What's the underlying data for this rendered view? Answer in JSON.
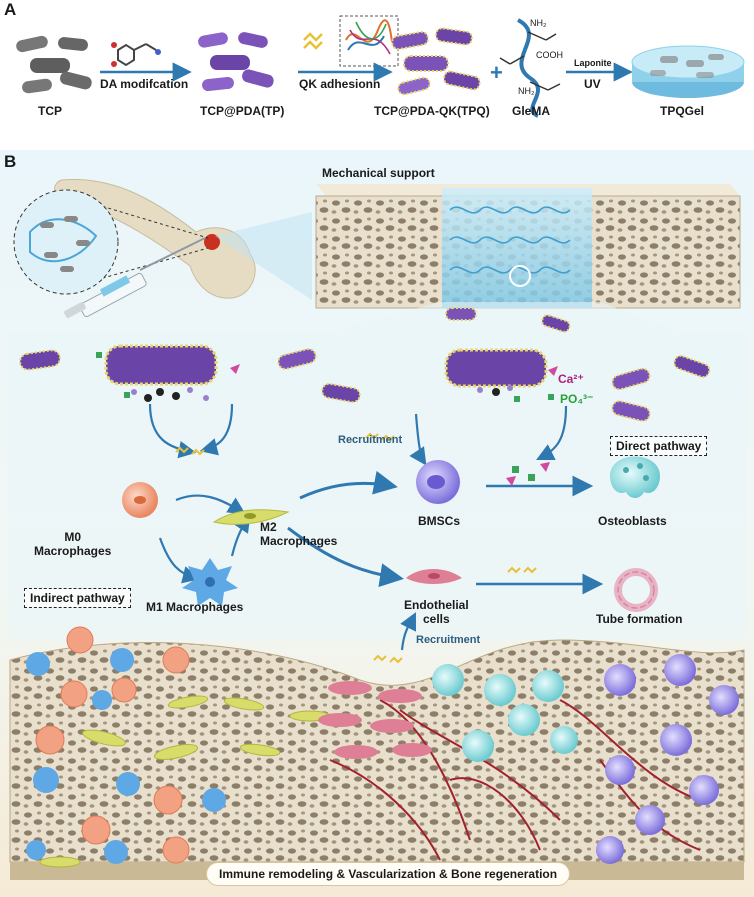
{
  "panels": {
    "a": "A",
    "b": "B"
  },
  "panel_a": {
    "tcp": "TCP",
    "step1": "DA modifcation",
    "tp": "TCP@PDA(TP)",
    "step2": "QK adhesionn",
    "tpq": "TCP@PDA-QK(TPQ)",
    "plus": "+",
    "glema": "GleMA",
    "nh2_1": "NH₂",
    "cooh": "COOH",
    "nh2_2": "NH₂",
    "laponite": "Laponite",
    "uv": "UV",
    "tpqgel": "TPQGel"
  },
  "panel_b": {
    "mechanical": "Mechanical support",
    "ca": "Ca²⁺",
    "po4": "PO₄³⁻",
    "recruit1": "Recruitment",
    "recruit2": "Recruitment",
    "direct": "Direct pathway",
    "bmscs": "BMSCs",
    "osteo": "Osteoblasts",
    "m0": "M0\nMacrophages",
    "m2": "M2\nMacrophages",
    "m1": "M1 Macrophages",
    "indirect": "Indirect pathway",
    "endo": "Endothelial\ncells",
    "tube": "Tube formation",
    "bottom": "Immune remodeling & Vascularization & Bone regeneration"
  },
  "colors": {
    "arrow": "#2f79b0",
    "tcp": "#6e6e6e",
    "tp": "#7a52b8",
    "bmsc": "#8f86e8",
    "osteo": "#7fd0d4",
    "m0": "#f2a283",
    "m1": "#5ea8e6",
    "m2": "#d8dc6a",
    "endo": "#df7f95",
    "bone": "#e6dccb"
  }
}
